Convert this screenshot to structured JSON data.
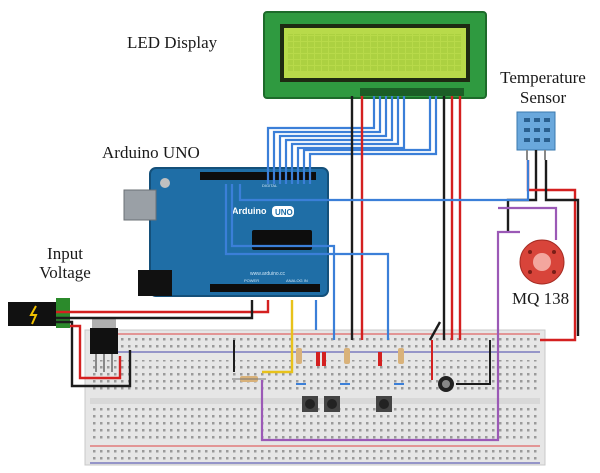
{
  "labels": {
    "led_display": "LED Display",
    "arduino": "Arduino UNO",
    "input_voltage_1": "Input",
    "input_voltage_2": "Voltage",
    "temp_sensor_1": "Temperature",
    "temp_sensor_2": "Sensor",
    "mq138": "MQ 138"
  },
  "board": {
    "brand_text": "Arduino",
    "model_badge": "UNO",
    "site_text": "www.arduino.cc",
    "header_digital": "DIGITAL",
    "header_power": "POWER",
    "header_analog": "ANALOG IN"
  },
  "colors": {
    "lcd_frame": "#2f9a40",
    "lcd_screen": "#b8da4a",
    "arduino_blue": "#1f6ea6",
    "breadboard": "#e8e8e8",
    "wire_blue": "#3b7fd8",
    "wire_red": "#d42020",
    "wire_black": "#1c1c1c",
    "wire_purple": "#9b59b6",
    "wire_yellow": "#e8c21a",
    "sensor_body": "#6aa8dc",
    "mq_sensor": "#d8443a"
  }
}
